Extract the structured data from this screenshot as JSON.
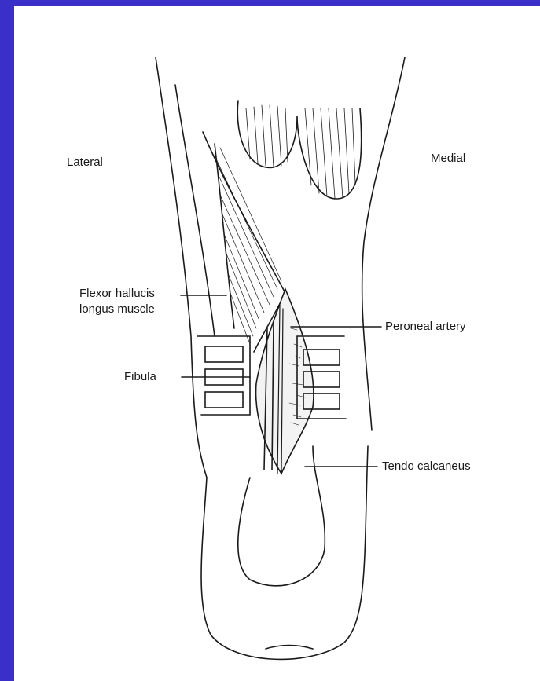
{
  "diagram": {
    "labels": {
      "lateral": "Lateral",
      "medial": "Medial",
      "flexor_line1": "Flexor hallucis",
      "flexor_line2": "longus muscle",
      "peroneal_artery": "Peroneal artery",
      "fibula": "Fibula",
      "tendo_calcaneus": "Tendo calcaneus"
    },
    "colors": {
      "background_frame": "#3a2fc8",
      "canvas": "#ffffff",
      "ink": "#1a1a1a"
    }
  }
}
